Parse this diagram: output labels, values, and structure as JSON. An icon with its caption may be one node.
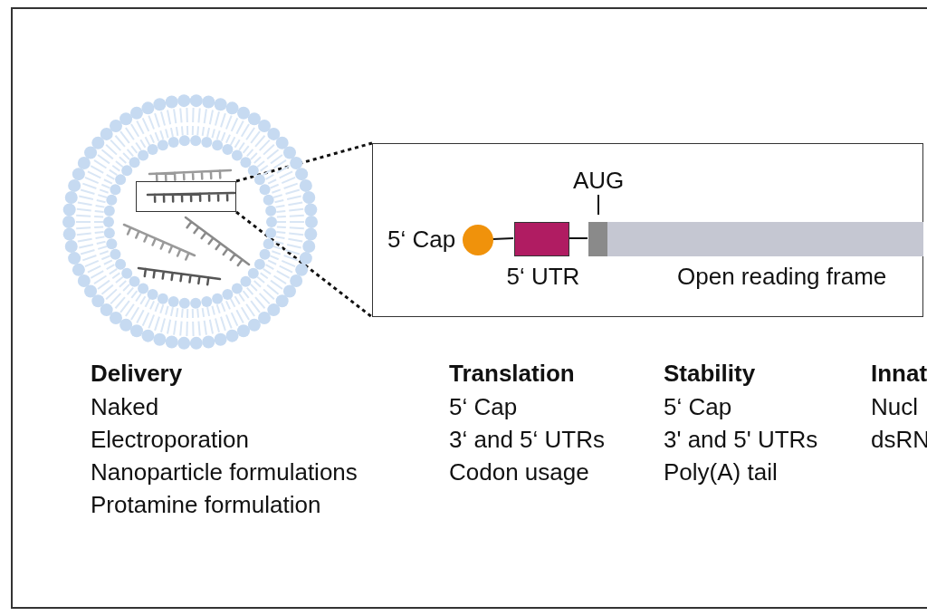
{
  "diagram": {
    "nodes": [
      {
        "text": [],
        "shape": "picture"
      },
      {
        "text": [],
        "shape": "box",
        "in": 0
      },
      {
        "text": [],
        "shape": "box"
      },
      {
        "text": [],
        "shape": "circle",
        "beside": [
          "5‘ Cap"
        ],
        "in": 2
      },
      {
        "text": [],
        "shape": "box",
        "beside": [
          "5‘ UTR"
        ],
        "in": 2
      },
      {
        "text": [],
        "shape": "bar",
        "beside": [
          "AUG"
        ],
        "in": 2
      },
      {
        "text": [],
        "shape": "bar",
        "beside": [
          "Open reading frame"
        ],
        "in": 2
      }
    ],
    "edges": [
      {
        "from": 1,
        "to": 2,
        "arrow": "none",
        "style": "dashed"
      },
      {
        "from": 1,
        "to": 2,
        "arrow": "none",
        "style": "dashed"
      },
      {
        "from": 3,
        "to": 4,
        "arrow": "none"
      },
      {
        "from": 4,
        "to": 5,
        "arrow": "none"
      }
    ],
    "labels": [
      "Delivery",
      "Translation",
      "Stability",
      "Innat",
      "Naked",
      "5‘ Cap",
      "5‘ Cap",
      "Nucl",
      "Electroporation",
      "3‘ and 5‘ UTRs",
      "3' and 5' UTRs",
      "dsRN",
      "Nanoparticle formulations",
      "Codon usage",
      "Poly(A) tail",
      "Protamine formulation"
    ]
  }
}
